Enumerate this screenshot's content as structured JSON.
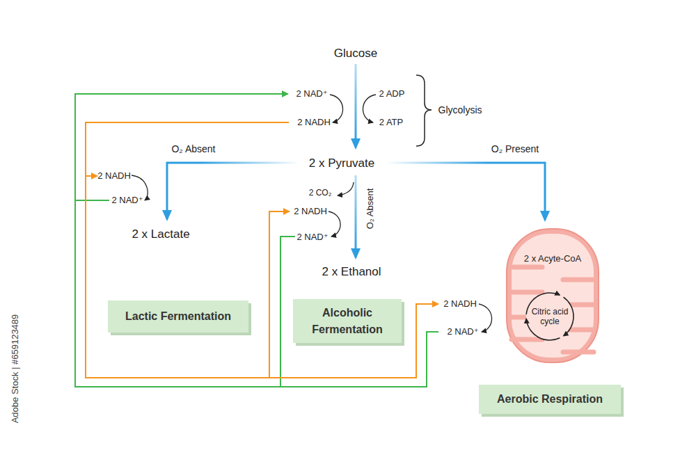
{
  "diagram": {
    "nodes": [
      {
        "text": [
          "2 x Acyte-CoA"
        ]
      },
      {
        "text": [
          "Citric acid cycle"
        ],
        "in": 0
      },
      {
        "text": [
          "Lactic Fermentation"
        ]
      },
      {
        "text": [
          "Alcoholic Fermentation"
        ]
      },
      {
        "text": [
          "Aerobic Respiration"
        ]
      }
    ],
    "labels": [
      "Glucose",
      "2 NAD⁺",
      "2 ADP",
      "2 NADH",
      "2 ATP",
      "Glycolysis",
      "O₂ Absent",
      "2 x Pyruvate",
      "O₂ Present",
      "2 NADH",
      "2 NAD⁺",
      "2 CO₂",
      "2 NADH",
      "O₂ Absent",
      "2 NAD⁺",
      "2 x Lactate",
      "2 x Ethanol",
      "2 NADH",
      "2 NAD⁺",
      "Adobe Stock | #659123489"
    ]
  }
}
